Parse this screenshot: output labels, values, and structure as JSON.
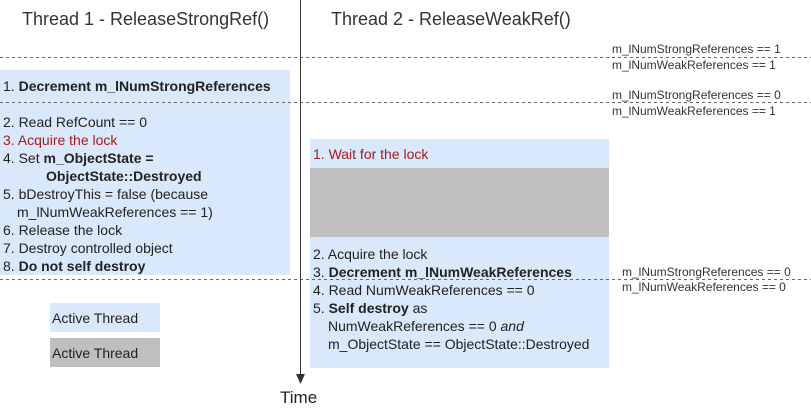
{
  "thread1": {
    "title": "Thread 1 - ReleaseStrongRef()",
    "steps": [
      {
        "parts": [
          {
            "t": "1. "
          },
          {
            "t": "Decrement m_lNumStrongReferences",
            "s": "b"
          }
        ]
      },
      {
        "parts": [
          {
            "t": "2. Read RefCount == 0"
          }
        ]
      },
      {
        "parts": [
          {
            "t": "3. Acquire the lock",
            "s": "red"
          }
        ]
      },
      {
        "parts": [
          {
            "t": "4. Set "
          },
          {
            "t": "m_ObjectState =",
            "s": "b"
          }
        ]
      },
      {
        "parts": [
          {
            "t": "ObjectState::Destroyed",
            "s": "b"
          }
        ]
      },
      {
        "parts": [
          {
            "t": "5. bDestroyThis = false (because"
          }
        ]
      },
      {
        "parts": [
          {
            "t": "m_lNumWeakReferences == 1)"
          }
        ]
      },
      {
        "parts": [
          {
            "t": "6. Release the lock"
          }
        ]
      },
      {
        "parts": [
          {
            "t": "7. Destroy controlled object"
          }
        ]
      },
      {
        "parts": [
          {
            "t": "8. "
          },
          {
            "t": "Do not self destroy",
            "s": "b"
          }
        ]
      }
    ]
  },
  "thread2": {
    "title": "Thread 2 - ReleaseWeakRef()",
    "steps": [
      {
        "parts": [
          {
            "t": "1. Wait for the lock",
            "s": "red"
          }
        ]
      },
      {
        "parts": [
          {
            "t": "2. Acquire the lock"
          }
        ]
      },
      {
        "parts": [
          {
            "t": "3. "
          },
          {
            "t": "Decrement m_lNumWeakReferences",
            "s": "b"
          }
        ]
      },
      {
        "parts": [
          {
            "t": "4. Read NumWeakReferences == 0"
          }
        ]
      },
      {
        "parts": [
          {
            "t": "5. "
          },
          {
            "t": "Self destroy",
            "s": "b"
          },
          {
            "t": " as"
          }
        ]
      },
      {
        "parts": [
          {
            "t": "NumWeakReferences == 0 "
          },
          {
            "t": "and",
            "s": "i"
          }
        ]
      },
      {
        "parts": [
          {
            "t": "m_ObjectState == ObjectState::Destroyed"
          }
        ]
      }
    ]
  },
  "states": [
    {
      "strong": "m_lNumStrongReferences == 1",
      "weak": "m_lNumWeakReferences == 1"
    },
    {
      "strong": "m_lNumStrongReferences == 0",
      "weak": "m_lNumWeakReferences == 1"
    },
    {
      "strong": "m_lNumStrongReferences == 0",
      "weak": "m_lNumWeakReferences == 0"
    }
  ],
  "legend": [
    {
      "label": "Active Thread",
      "color": "#dae8fc"
    },
    {
      "label": "Active Thread",
      "color": "#bfbfbf"
    }
  ],
  "axis": {
    "label": "Time"
  },
  "colors": {
    "active": "#dae8fc",
    "waiting": "#bfbfbf",
    "lock": "#a81b1b"
  }
}
